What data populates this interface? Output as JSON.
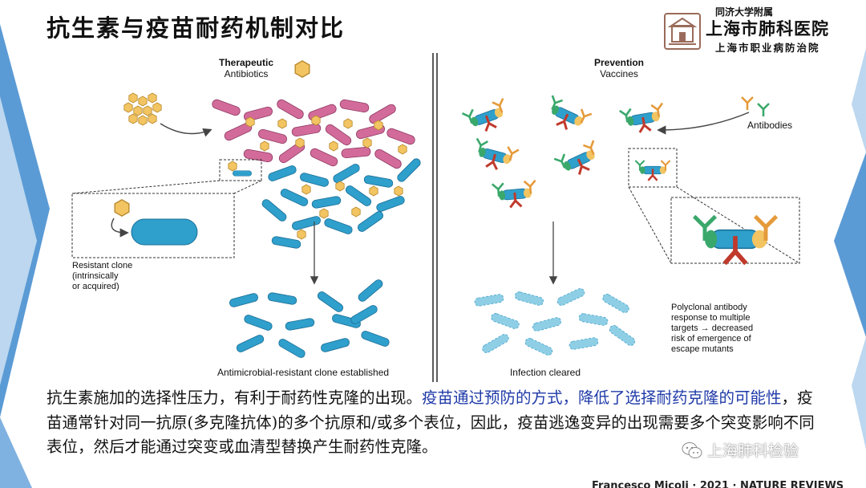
{
  "slide": {
    "title": "抗生素与疫苗耐药机制对比",
    "footer": "Francesco Micoli  ·  2021 · NATURE REVIEWS"
  },
  "org": {
    "line1": "同济大学附属",
    "line2": "上海市肺科医院",
    "line3": "上海市职业病防治院"
  },
  "figure": {
    "left": {
      "header_line1": "Therapeutic",
      "header_line2": "Antibiotics",
      "resistant_line1": "Resistant clone",
      "resistant_line2": "(intrinsically",
      "resistant_line3": "or acquired)",
      "caption": "Antimicrobial-resistant clone established"
    },
    "right": {
      "header_line1": "Prevention",
      "header_line2": "Vaccines",
      "antibodies_label": "Antibodies",
      "poly_line1": "Polyclonal antibody",
      "poly_line2": "response to multiple",
      "poly_line3": "targets → decreased",
      "poly_line4": "risk of emergence of",
      "poly_line5": "escape mutants",
      "caption": "Infection cleared"
    }
  },
  "description": {
    "part1": "抗生素施加的选择性压力，有利于耐药性克隆的出现。",
    "part2": "疫苗通过预防的方式，降低了选择耐药克隆的可能性",
    "part3": "，疫苗通常针对同一抗原(多克隆抗体)的多个抗原和/或多个表位，因此，疫苗逃逸变异的出现需要多个突变影响不同表位，然后才能通过突变或血清型替换产生耐药性克隆。"
  },
  "watermark": {
    "text": "上海肺科检验"
  },
  "colors": {
    "band_outer": "#5b9bd5",
    "band_inner": "#bcd7ef",
    "bacteria": "#2f9fcc",
    "bacteria_pink": "#d36b9a",
    "antibiotic": "#f2c462",
    "highlight_text": "#1f3aa8"
  }
}
